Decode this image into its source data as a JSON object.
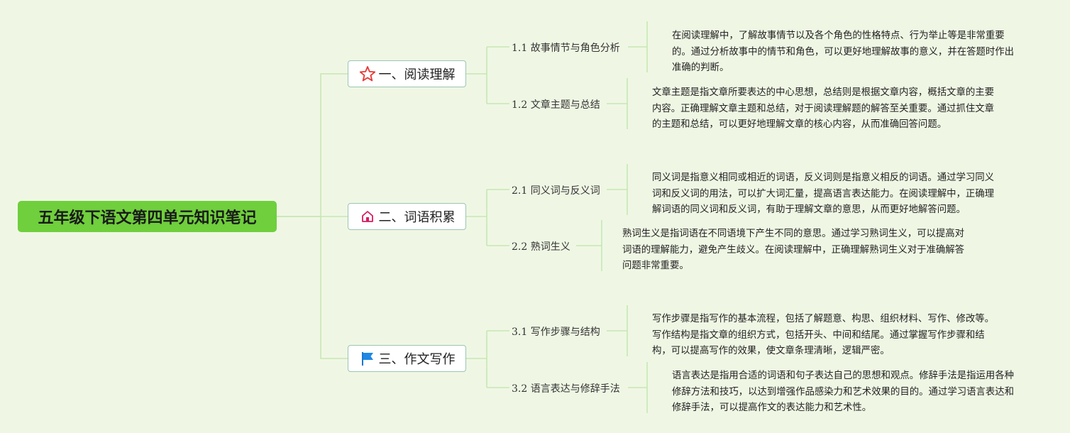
{
  "root": {
    "title": "五年级下语文第四单元知识笔记"
  },
  "branches": [
    {
      "label": "一、阅读理解",
      "icon": "star-icon"
    },
    {
      "label": "二、词语积累",
      "icon": "house-icon"
    },
    {
      "label": "三、作文写作",
      "icon": "flag-icon"
    }
  ],
  "subs": [
    {
      "label": "1.1 故事情节与角色分析",
      "text": "在阅读理解中，了解故事情节以及各个角色的性格特点、行为举止等是非常重要的。通过分析故事中的情节和角色，可以更好地理解故事的意义，并在答题时作出准确的判断。"
    },
    {
      "label": "1.2 文章主题与总结",
      "text": "文章主题是指文章所要表达的中心思想，总结则是根据文章内容，概括文章的主要内容。正确理解文章主题和总结，对于阅读理解题的解答至关重要。通过抓住文章的主题和总结，可以更好地理解文章的核心内容，从而准确回答问题。"
    },
    {
      "label": "2.1 同义词与反义词",
      "text": "同义词是指意义相同或相近的词语，反义词则是指意义相反的词语。通过学习同义词和反义词的用法，可以扩大词汇量，提高语言表达能力。在阅读理解中，正确理解词语的同义词和反义词，有助于理解文章的意思，从而更好地解答问题。"
    },
    {
      "label": "2.2 熟词生义",
      "text": "熟词生义是指词语在不同语境下产生不同的意思。通过学习熟词生义，可以提高对词语的理解能力，避免产生歧义。在阅读理解中，正确理解熟词生义对于准确解答问题非常重要。"
    },
    {
      "label": "3.1 写作步骤与结构",
      "text": "写作步骤是指写作的基本流程，包括了解题意、构思、组织材料、写作、修改等。写作结构是指文章的组织方式，包括开头、中间和结尾。通过掌握写作步骤和结构，可以提高写作的效果，使文章条理清晰，逻辑严密。"
    },
    {
      "label": "3.2 语言表达与修辞手法",
      "text": "语言表达是指用合适的词语和句子表达自己的思想和观点。修辞手法是指运用各种修辞方法和技巧，以达到增强作品感染力和艺术效果的目的。通过学习语言表达和修辞手法，可以提高作文的表达能力和艺术性。"
    }
  ],
  "colors": {
    "background": "#eff7e4",
    "root": "#6fcf3c",
    "line": "#c8e6b4",
    "border": "#9cc5b4"
  }
}
